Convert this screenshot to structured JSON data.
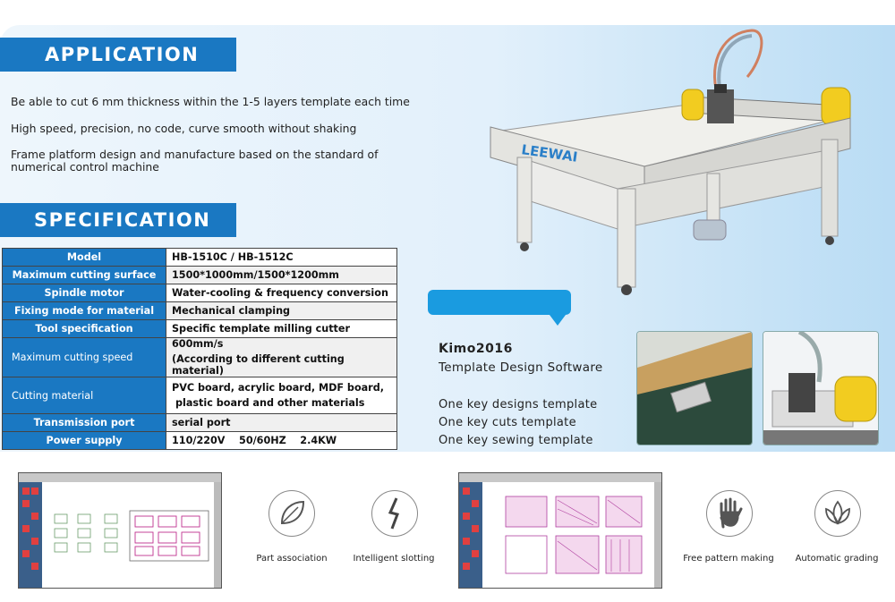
{
  "application": {
    "title": "APPLICATION",
    "bullets": [
      "Be able to cut 6 mm thickness within the 1-5 layers template each time",
      "High speed, precision, no code, curve smooth without shaking",
      "Frame platform design and manufacture based on the standard of",
      "numerical control machine"
    ]
  },
  "specification": {
    "title": "SPECIFICATION",
    "rows": [
      {
        "k": "Model",
        "v": "HB-1510C / HB-1512C"
      },
      {
        "k": "Maximum cutting surface",
        "v": "1500*1000mm/1500*1200mm"
      },
      {
        "k": "Spindle motor",
        "v": "Water-cooling & frequency conversion"
      },
      {
        "k": "Fixing mode for material",
        "v": "Mechanical clamping"
      },
      {
        "k": "Tool specification",
        "v": "Specific template milling cutter"
      },
      {
        "k": "Maximum cutting speed",
        "v": "600mm/s",
        "v2": "(According to different cutting material)"
      },
      {
        "k": "Cutting material",
        "v": "PVC board, acrylic board, MDF board,",
        "v2": "plastic board and other materials"
      },
      {
        "k": "Transmission port",
        "v": "serial port"
      },
      {
        "k": "Power supply",
        "v": "110/220V    50/60HZ    2.4KW"
      }
    ]
  },
  "machine": {
    "logo": "LEEWAI"
  },
  "software": {
    "title": "Kimo2016",
    "subtitle": "Template Design Software",
    "features": [
      "One key designs template",
      "One key cuts template",
      "One key sewing  template"
    ]
  },
  "bottom_features": [
    {
      "label": "Part association",
      "icon": "leaf-icon"
    },
    {
      "label": "Intelligent slotting",
      "icon": "lightning-icon"
    },
    {
      "label": "Free pattern making",
      "icon": "hand-icon"
    },
    {
      "label": "Automatic grading",
      "icon": "lotus-icon"
    }
  ],
  "colors": {
    "accent": "#1a78c2",
    "bubble": "#1a9be0",
    "yellow": "#f2cc20"
  }
}
